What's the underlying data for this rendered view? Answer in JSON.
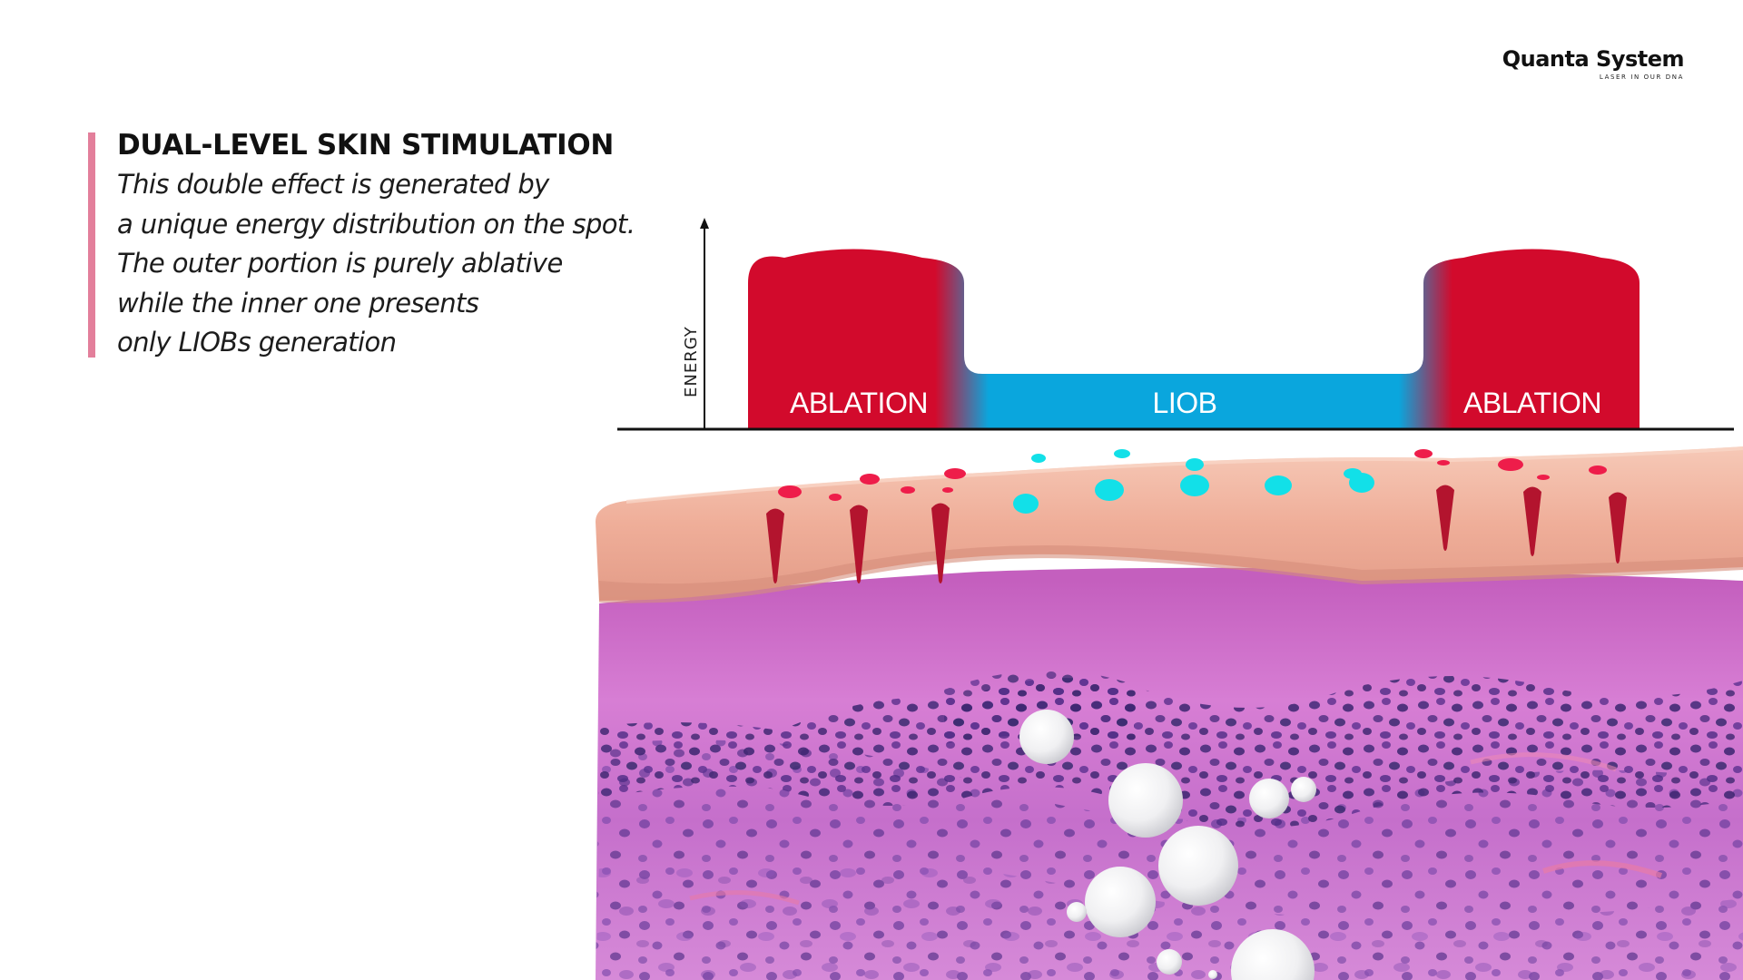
{
  "brand": {
    "name": "Quanta System",
    "tagline": "LASER IN OUR DNA"
  },
  "text": {
    "title": "DUAL-LEVEL SKIN STIMULATION",
    "lines": [
      "This double effect is generated by",
      "a unique energy distribution on the spot.",
      "The outer portion is purely ablative",
      "while the inner one presents",
      "only LIOBs generation"
    ]
  },
  "diagram": {
    "axis_label": "ENERGY",
    "regions": [
      {
        "label": "ABLATION"
      },
      {
        "label": "LIOB"
      },
      {
        "label": "ABLATION"
      }
    ],
    "colors": {
      "ablation": "#d20a2c",
      "liob": "#0aa6dd",
      "accent_bar": "#e37f9b",
      "epidermis": "#f2b49e",
      "dermis": "#c768c4",
      "cells": "#4a2a78"
    }
  }
}
